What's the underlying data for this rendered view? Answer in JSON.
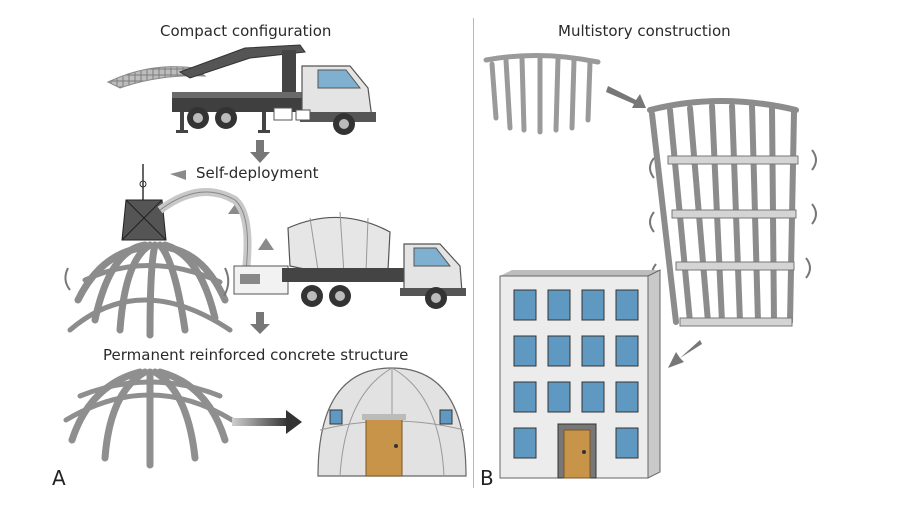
{
  "panel_a": {
    "letter": "A",
    "captions": {
      "compact": "Compact configuration",
      "deploy": "Self-deployment",
      "permanent": "Permanent reinforced concrete structure"
    }
  },
  "panel_b": {
    "letter": "B",
    "captions": {
      "multistory": "Multistory construction"
    }
  },
  "colors": {
    "truck_body": "#e8e8e8",
    "truck_dark": "#4a4a4a",
    "rebar": "#9a9a9a",
    "arrow": "#777777",
    "door": "#c8944a",
    "window": "#5f98c0",
    "building": "#eeeeee",
    "slab": "#cfcfcf"
  }
}
